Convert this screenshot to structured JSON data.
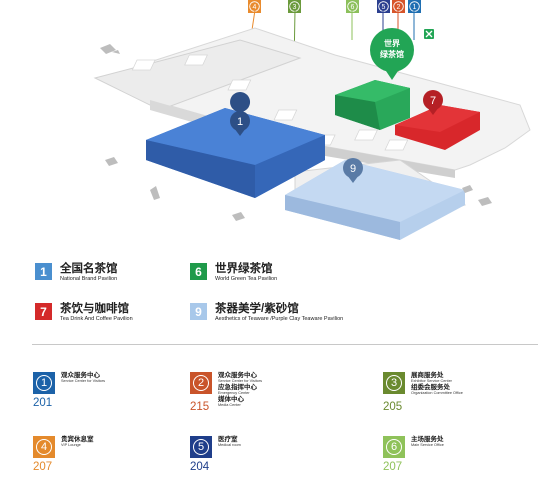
{
  "top_badges": [
    {
      "num": "4",
      "color": "#e98b2e"
    },
    {
      "num": "3",
      "color": "#6b9a3c"
    },
    {
      "num": "6",
      "color": "#8cc05b"
    },
    {
      "num": "5",
      "color": "#2b3f8f"
    },
    {
      "num": "2",
      "color": "#d7552a"
    },
    {
      "num": "1",
      "color": "#1f6fb2"
    }
  ],
  "map": {
    "green_tag": "世界\n绿茶馆",
    "pin_1": "1",
    "pin_9": "9",
    "pin_7": "7",
    "exit_icon": "exit-icon"
  },
  "legend": [
    {
      "num": "1",
      "color": "#4a8fcf",
      "cn": "全国名茶馆",
      "en": "National Brand Pavilion"
    },
    {
      "num": "6",
      "color": "#1f9a4a",
      "cn": "世界绿茶馆",
      "en": "World Green Tea Pavilion"
    },
    {
      "num": "7",
      "color": "#d42a2a",
      "cn": "茶饮与咖啡馆",
      "en": "Tea Drink And Coffee Pavilion"
    },
    {
      "num": "9",
      "color": "#a8c8ea",
      "cn": "茶器美学/紫砂馆",
      "en": "Aesthetics of Teaware /Purple Clay Teaware Pavilion"
    }
  ],
  "services": [
    {
      "num": "1",
      "color": "#1c62a8",
      "lines": [
        {
          "cn": "观众服务中心",
          "en": "Service Center for Visitors"
        }
      ],
      "room": "201",
      "room_color": "#1c62a8"
    },
    {
      "num": "2",
      "color": "#c9542a",
      "lines": [
        {
          "cn": "观众服务中心",
          "en": "Service Center for Visitors"
        },
        {
          "cn": "应急指挥中心",
          "en": "Emergency Center"
        },
        {
          "cn": "媒体中心",
          "en": "Media Center"
        }
      ],
      "room": "215",
      "room_color": "#c9542a"
    },
    {
      "num": "3",
      "color": "#6a8a2f",
      "lines": [
        {
          "cn": "展商服务处",
          "en": "Exhibitor Service Center"
        },
        {
          "cn": "组委会服务处",
          "en": "Organization Committee Office"
        }
      ],
      "room": "205",
      "room_color": "#6a8a2f"
    },
    {
      "num": "4",
      "color": "#e48a2c",
      "lines": [
        {
          "cn": "贵宾休息室",
          "en": "VIP Lounge"
        }
      ],
      "room": "207",
      "room_color": "#e48a2c"
    },
    {
      "num": "5",
      "color": "#1f3e8a",
      "lines": [
        {
          "cn": "医疗室",
          "en": "Medical room"
        }
      ],
      "room": "204",
      "room_color": "#1f3e8a"
    },
    {
      "num": "6",
      "color": "#8fc25a",
      "lines": [
        {
          "cn": "主场服务处",
          "en": "Main Service Office"
        }
      ],
      "room": "207",
      "room_color": "#8fc25a"
    }
  ]
}
